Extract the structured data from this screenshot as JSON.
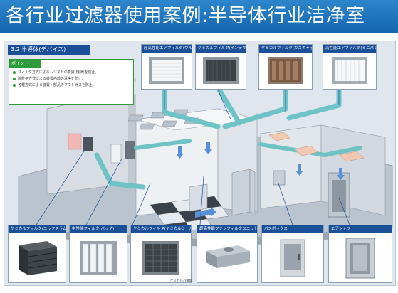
{
  "banner": {
    "title": "各行业过滤器使用案例:半导体行业洁净室",
    "color": "#1f74bf"
  },
  "diagram": {
    "section_title": "3.2 半導体(デバイス)",
    "point_label": "ポイント",
    "points": [
      "フィルタ方式によるレジストの変質(焼損)を防止。",
      "除粒子方式による装置内部の清浄を防止。",
      "各種方式による装置・部品のアウトガスを防止。"
    ],
    "duct_color": "#6fc3c7",
    "top_cards": [
      {
        "label": "超高性能エアフィルタ(ウルパー)",
        "image": "hepa-filter"
      },
      {
        "label": "ケミカルフィルタ(インテキュア)",
        "image": "chemical-filter-dark"
      },
      {
        "label": "ケミカルフィルタ(ガスキャッチ)",
        "image": "chemical-filter-brown"
      },
      {
        "label": "高性能エアフィルタ(ミニパンサー)",
        "image": "pleated-filter"
      }
    ],
    "bottom_cards": [
      {
        "label": "ケミカルフィルタ(ニックスラム)",
        "image": "chemical-filter-block"
      },
      {
        "label": "中性能フィルタ(バッグ)",
        "image": "bag-filter"
      },
      {
        "label": "ケミカルフィルタ(ケミカルシール)",
        "image": "chemical-filter-grid"
      },
      {
        "label": "超高性能ファンフィルタユニット",
        "image": "fan-filter-unit"
      },
      {
        "label": "パスボックス",
        "image": "pass-box"
      },
      {
        "label": "エアシャワー",
        "image": "air-shower"
      }
    ],
    "ffu_caption": "ケミカルパ機能"
  }
}
